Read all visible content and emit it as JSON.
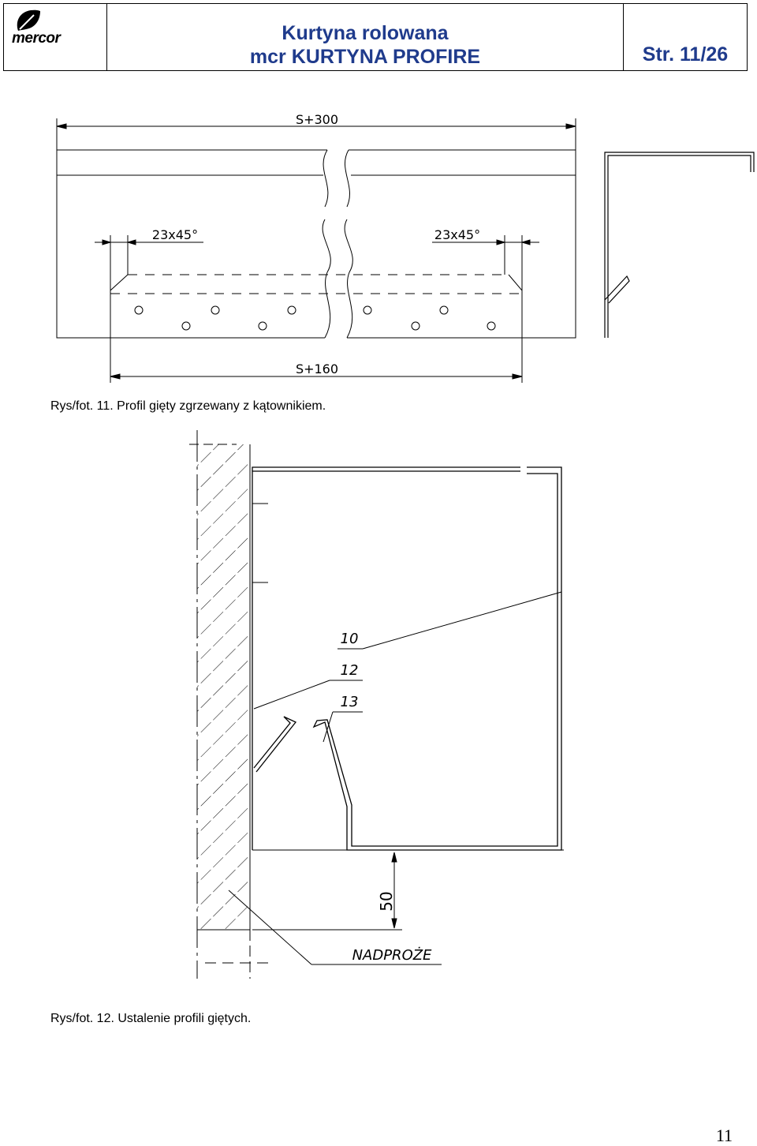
{
  "header": {
    "logo_text": "mercor",
    "title_line_1": "Kurtyna rolowana",
    "title_line_2": "mcr KURTYNA PROFIRE",
    "page_ref": "Str. 11/26"
  },
  "figure_1": {
    "dim_top": "S+300",
    "dim_left_chamfer": "23x45°",
    "dim_right_chamfer": "23x45°",
    "dim_bottom": "S+160",
    "caption": "Rys/fot. 11. Profil gięty zgrzewany z kątownikiem."
  },
  "figure_2": {
    "label_10": "10",
    "label_12": "12",
    "label_13": "13",
    "dim_50": "50",
    "label_nadproze": "NADPROŻE",
    "caption": "Rys/fot. 12. Ustalenie profili giętych."
  },
  "footer": {
    "page_number": "11"
  }
}
